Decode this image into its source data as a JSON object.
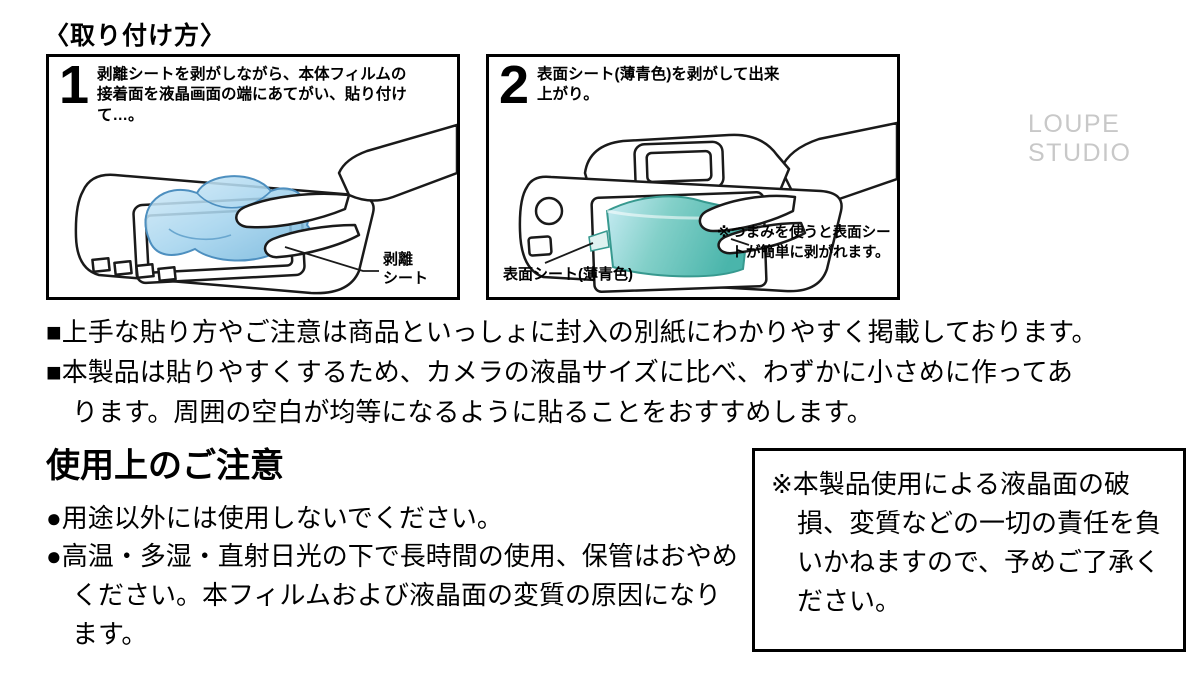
{
  "title": "〈取り付け方〉",
  "watermark": "LOUPE STUDIO",
  "steps": {
    "step1": {
      "number": "1",
      "instruction": "剥離シートを剥がしながら、本体フィルムの接着面を液晶画面の端にあてがい、貼り付けて…。",
      "film_label": "剥離\nシート"
    },
    "step2": {
      "number": "2",
      "instruction": "表面シート(薄青色)を剥がして出来上がり。",
      "film_label": "表面シート(薄青色)",
      "tip": "※つまみを使うと表面シートが簡単に剥がれます。"
    }
  },
  "notes": {
    "note1": "■上手な貼り方やご注意は商品といっしょに封入の別紙にわかりやすく掲載しております。",
    "note2": "■本製品は貼りやすくするため、カメラの液晶サイズに比べ、わずかに小さめに作ってあります。周囲の空白が均等になるように貼ることをおすすめします。"
  },
  "caution": {
    "heading": "使用上のご注意",
    "item1": "●用途以外には使用しないでください。",
    "item2": "●高温・多湿・直射日光の下で長時間の使用、保管はおやめください。本フィルムおよび液晶面の変質の原因になります。",
    "disclaimer": "※本製品使用による液晶面の破損、変質などの一切の責任を負いかねますので、予めご了承ください。"
  },
  "colors": {
    "film_step1_blue": "#a5d4ee",
    "film_step2_teal": "#4ab5ab",
    "outline": "#1a1a1a",
    "watermark_gray": "#c8c8c8"
  }
}
